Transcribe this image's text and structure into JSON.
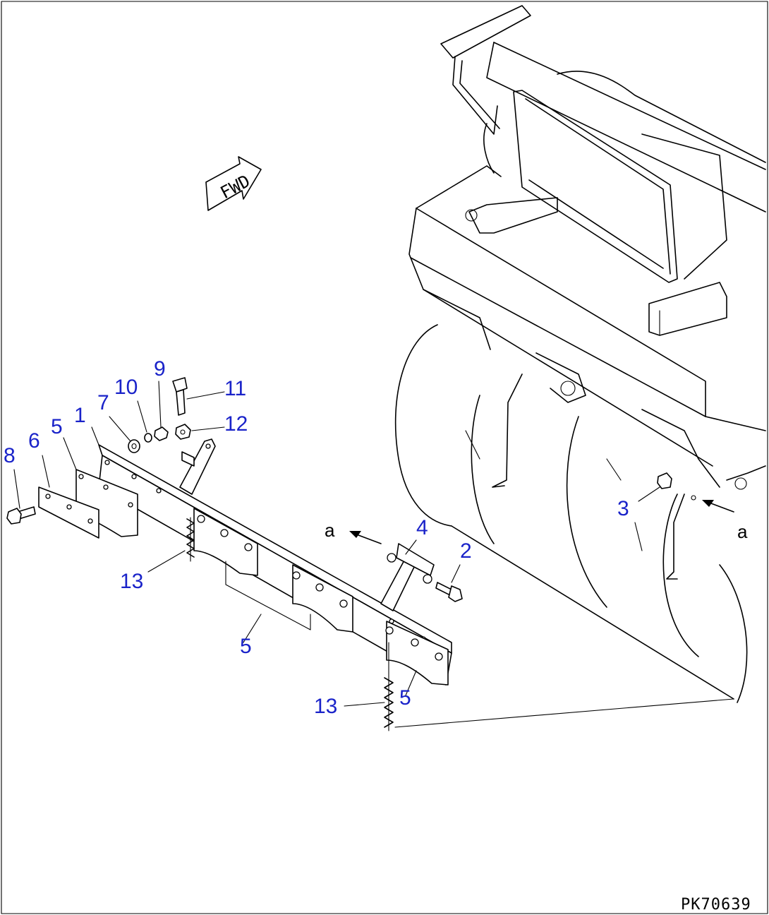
{
  "callouts": {
    "c1": "1",
    "c2": "2",
    "c3": "3",
    "c4": "4",
    "c5a": "5",
    "c5b": "5",
    "c5c": "5",
    "c6": "6",
    "c7": "7",
    "c8": "8",
    "c9": "9",
    "c10": "10",
    "c11": "11",
    "c12": "12",
    "c13a": "13",
    "c13b": "13"
  },
  "refs": {
    "a_left": "a",
    "a_right": "a"
  },
  "direction_label": "FWD",
  "drawing_code": "PK70639",
  "colors": {
    "callout": "#1a23c9",
    "line": "#000000",
    "background": "#ffffff"
  }
}
